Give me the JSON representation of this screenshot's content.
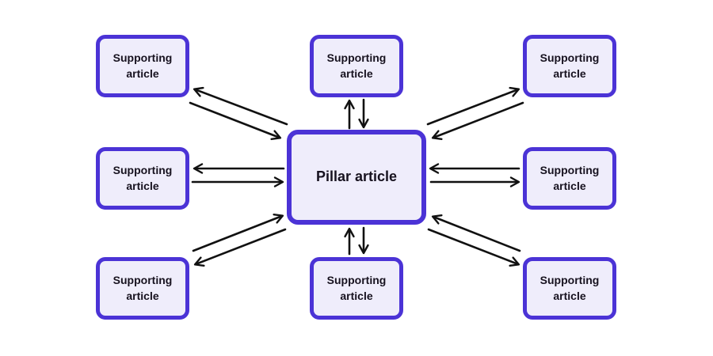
{
  "colors": {
    "bg": "#ffffff",
    "border": "#4b33d6",
    "fill": "#efedfb",
    "text": "#17121f",
    "arrow": "#111111"
  },
  "nodes": {
    "pillar": {
      "label": "Pillar article"
    },
    "top_left": {
      "label": "Supporting article"
    },
    "top_center": {
      "label": "Supporting article"
    },
    "top_right": {
      "label": "Supporting article"
    },
    "mid_left": {
      "label": "Supporting article"
    },
    "mid_right": {
      "label": "Supporting article"
    },
    "bottom_left": {
      "label": "Supporting article"
    },
    "bottom_center": {
      "label": "Supporting article"
    },
    "bottom_right": {
      "label": "Supporting article"
    }
  },
  "connections": [
    {
      "from": "pillar",
      "to": "top_left",
      "type": "bidirectional"
    },
    {
      "from": "pillar",
      "to": "top_center",
      "type": "bidirectional"
    },
    {
      "from": "pillar",
      "to": "top_right",
      "type": "bidirectional"
    },
    {
      "from": "pillar",
      "to": "mid_left",
      "type": "bidirectional"
    },
    {
      "from": "pillar",
      "to": "mid_right",
      "type": "bidirectional"
    },
    {
      "from": "pillar",
      "to": "bottom_left",
      "type": "bidirectional"
    },
    {
      "from": "pillar",
      "to": "bottom_center",
      "type": "bidirectional"
    },
    {
      "from": "pillar",
      "to": "bottom_right",
      "type": "bidirectional"
    }
  ]
}
